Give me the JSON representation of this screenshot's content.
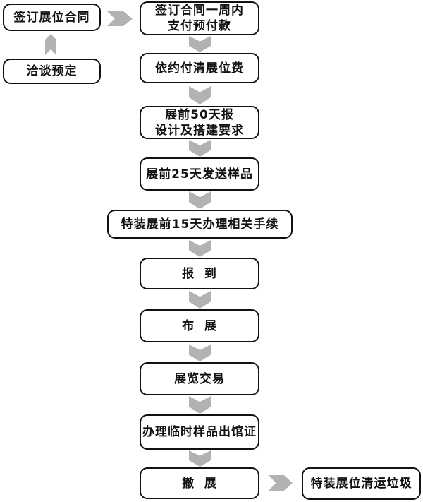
{
  "colors": {
    "page_bg": "#ffffff",
    "box_bg": "#ffffff",
    "box_border": "#111111",
    "text": "#111111",
    "arrow": "#b2b2b2"
  },
  "diagram": {
    "type": "flowchart",
    "language": "zh-CN",
    "topic": "展会展位流程 (exhibition booth process)"
  },
  "nodes": {
    "sign_contract": "签订展位合同",
    "negotiate_reserve": "洽谈预定",
    "pay_advance": "签订合同一周内\n支付预付款",
    "pay_booth_fee": "依约付清展位费",
    "design_requirements": "展前50天报\n设计及搭建要求",
    "send_samples": "展前25天发送样品",
    "special_procedures": "特装展前15天办理相关手续",
    "check_in": "报  到",
    "setup": "布  展",
    "trading": "展览交易",
    "exit_permit": "办理临时样品出馆证",
    "dismantle": "撤  展",
    "garbage": "特装展位清运垃圾"
  },
  "icons": {
    "up": "chevron-up-arrow",
    "down": "chevron-down-arrow",
    "right": "chevron-right-arrow"
  },
  "connections": [
    {
      "from": "negotiate_reserve",
      "to": "sign_contract",
      "direction": "up"
    },
    {
      "from": "sign_contract",
      "to": "pay_advance",
      "direction": "right"
    },
    {
      "from": "pay_advance",
      "to": "pay_booth_fee",
      "direction": "down"
    },
    {
      "from": "pay_booth_fee",
      "to": "design_requirements",
      "direction": "down"
    },
    {
      "from": "design_requirements",
      "to": "send_samples",
      "direction": "down"
    },
    {
      "from": "send_samples",
      "to": "special_procedures",
      "direction": "down"
    },
    {
      "from": "special_procedures",
      "to": "check_in",
      "direction": "down"
    },
    {
      "from": "check_in",
      "to": "setup",
      "direction": "down"
    },
    {
      "from": "setup",
      "to": "trading",
      "direction": "down"
    },
    {
      "from": "trading",
      "to": "exit_permit",
      "direction": "down"
    },
    {
      "from": "exit_permit",
      "to": "dismantle",
      "direction": "down"
    },
    {
      "from": "dismantle",
      "to": "garbage",
      "direction": "right"
    }
  ]
}
